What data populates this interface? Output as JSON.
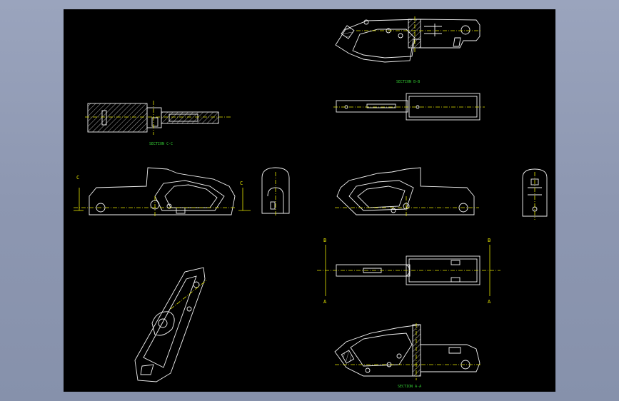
{
  "labels": {
    "section_bb": "SECTION B-B",
    "section_cc": "SECTION C-C",
    "section_aa": "SECTION A-A",
    "marker_c": "C",
    "marker_b": "B",
    "marker_a": "A"
  },
  "colors": {
    "background": "#8e99b3",
    "sheet": "#000000",
    "outline": "#f2f2f2",
    "centerline": "#e6e600",
    "label": "#33cc33"
  }
}
